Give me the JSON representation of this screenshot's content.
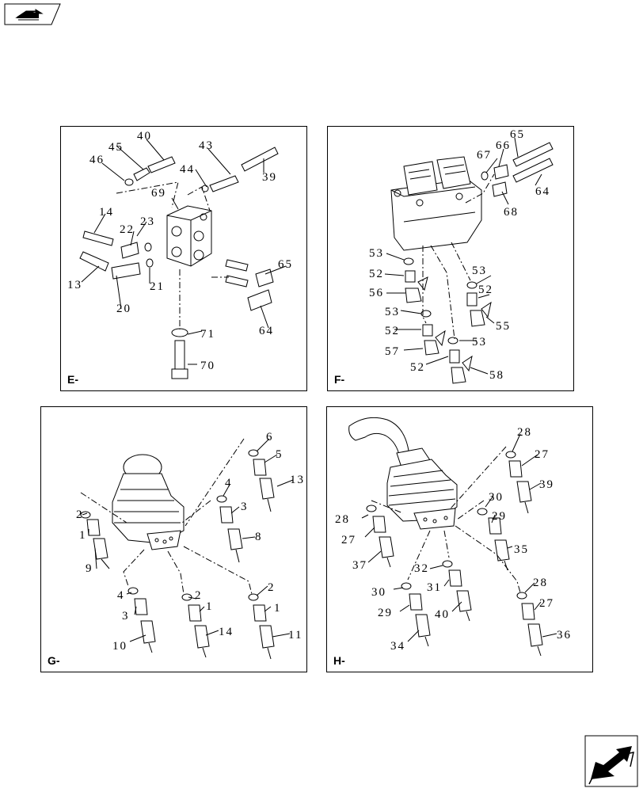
{
  "nav": {
    "top_icon": "book-open-arrow-icon",
    "bottom_icon": "next-page-arrow-icon"
  },
  "panels": [
    {
      "id": "E",
      "label": "E-",
      "callouts": [
        "46",
        "45",
        "40",
        "43",
        "44",
        "39",
        "69",
        "14",
        "23",
        "22",
        "65",
        "13",
        "20",
        "21",
        "64",
        "71",
        "70"
      ]
    },
    {
      "id": "F",
      "label": "F-",
      "callouts": [
        "65",
        "67",
        "66",
        "64",
        "68",
        "53",
        "53",
        "52",
        "52",
        "56",
        "53",
        "55",
        "52",
        "57",
        "53",
        "52",
        "58"
      ]
    },
    {
      "id": "G",
      "label": "G-",
      "callouts": [
        "6",
        "5",
        "13",
        "4",
        "3",
        "8",
        "2",
        "1",
        "9",
        "4",
        "3",
        "2",
        "1",
        "10",
        "14",
        "2",
        "1",
        "11"
      ]
    },
    {
      "id": "H",
      "label": "H-",
      "callouts": [
        "28",
        "27",
        "39",
        "30",
        "29",
        "35",
        "28",
        "27",
        "37",
        "32",
        "31",
        "30",
        "29",
        "40",
        "34",
        "28",
        "27",
        "36"
      ]
    }
  ]
}
